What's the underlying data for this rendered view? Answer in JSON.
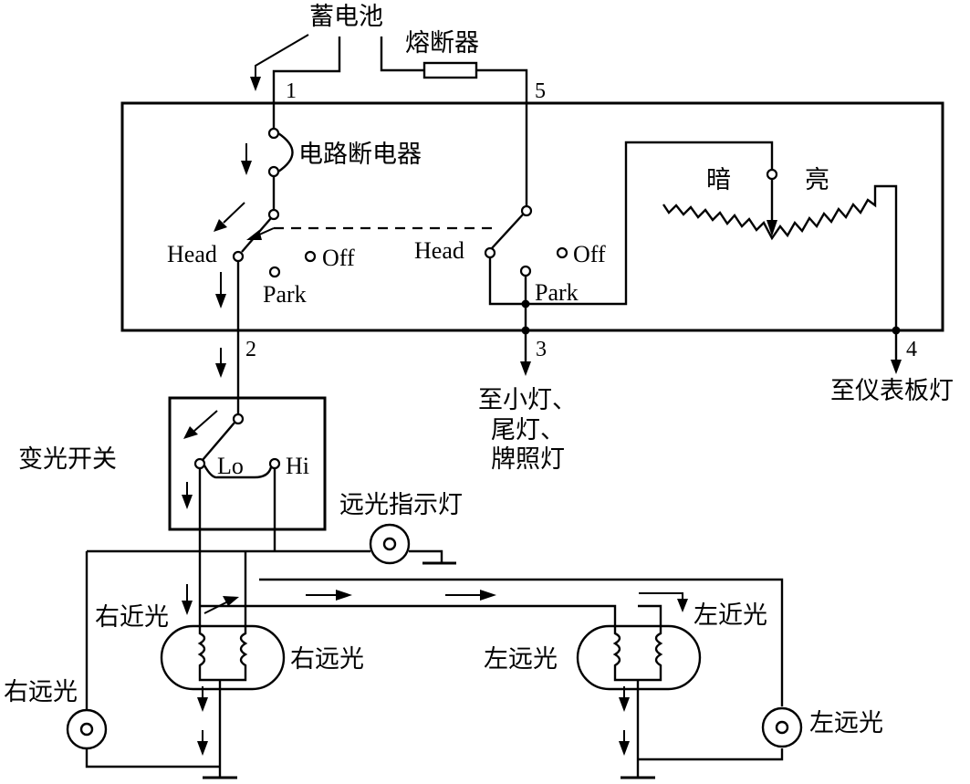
{
  "labels": {
    "battery": "蓄电池",
    "fuse": "熔断器",
    "circuit_breaker": "电路断电器",
    "dim": "暗",
    "bright": "亮",
    "head_left": "Head",
    "off_left": "Off",
    "park_left": "Park",
    "head_right": "Head",
    "off_right": "Off",
    "park_right": "Park",
    "terminal_1": "1",
    "terminal_2": "2",
    "terminal_3": "3",
    "terminal_4": "4",
    "terminal_5": "5",
    "to_lamps_line1": "至小灯、",
    "to_lamps_line2": "尾灯、",
    "to_lamps_line3": "牌照灯",
    "to_dash": "至仪表板灯",
    "dimmer_switch": "变光开关",
    "lo": "Lo",
    "hi": "Hi",
    "high_beam_indicator": "远光指示灯",
    "right_low": "右近光",
    "right_high_inner": "右远光",
    "right_high_outer": "右远光",
    "left_high_inner": "左远光",
    "left_low": "左近光",
    "left_high_outer": "左远光"
  }
}
